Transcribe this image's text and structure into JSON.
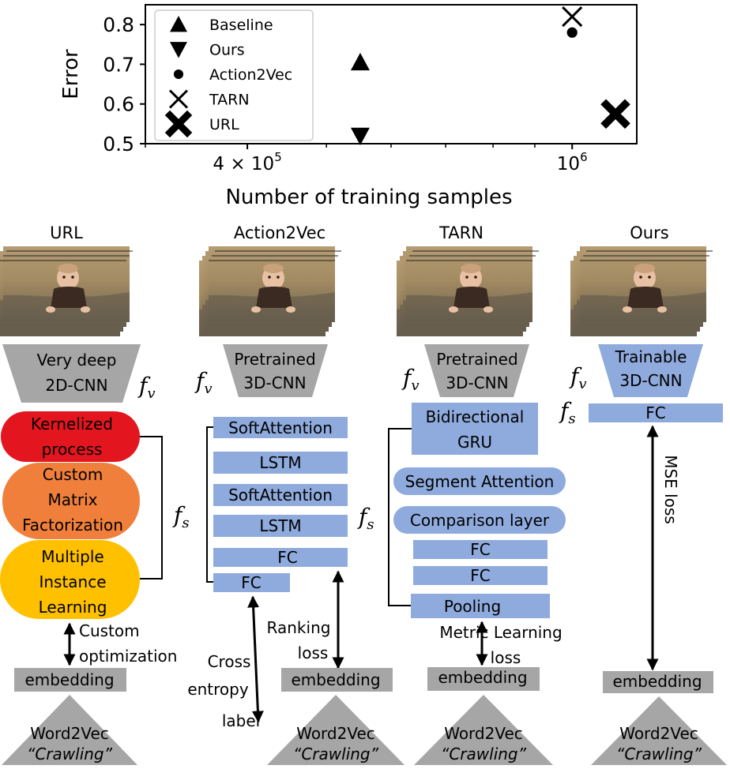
{
  "chart_data": {
    "type": "scatter",
    "title": "",
    "xlabel": "Number of training samples",
    "ylabel": "Error",
    "xscale": "log",
    "xlim": [
      300000,
      1200000
    ],
    "ylim": [
      0.5,
      0.85
    ],
    "xticks": [
      {
        "value": 400000,
        "label": "4 × 10",
        "sup": "5"
      },
      {
        "value": 1000000,
        "label": "10",
        "sup": "6"
      }
    ],
    "yticks": [
      0.5,
      0.6,
      0.7,
      0.8
    ],
    "legend_position": "top-left",
    "series": [
      {
        "name": "Baseline",
        "marker": "triangle-up",
        "points": [
          [
            550000,
            0.705
          ]
        ]
      },
      {
        "name": "Ours",
        "marker": "triangle-down",
        "points": [
          [
            550000,
            0.52
          ]
        ]
      },
      {
        "name": "Action2Vec",
        "marker": "circle",
        "points": [
          [
            1000000,
            0.78
          ]
        ]
      },
      {
        "name": "TARN",
        "marker": "x",
        "points": [
          [
            1000000,
            0.82
          ]
        ]
      },
      {
        "name": "URL",
        "marker": "X",
        "points": [
          [
            1130000,
            0.575
          ]
        ]
      }
    ]
  },
  "diagram": {
    "columns": [
      {
        "key": "url",
        "title": "URL",
        "encoder": [
          "Very deep",
          "2D-CNN"
        ],
        "blocks": [
          [
            "Kernelized",
            "process"
          ],
          [
            "Custom",
            "Matrix",
            "Factorization"
          ],
          [
            "Multiple",
            "Instance",
            "Learning"
          ]
        ],
        "loss": [
          "Custom",
          "optimization"
        ],
        "embedding": "embedding",
        "word2vec": "Word2Vec",
        "query": "“Crawling”"
      },
      {
        "key": "action2vec",
        "title": "Action2Vec",
        "encoder": [
          "Pretrained",
          "3D-CNN"
        ],
        "blocks": [
          "SoftAttention",
          "LSTM",
          "SoftAttention",
          "LSTM",
          "FC",
          "FC"
        ],
        "loss_left": [
          "Cross",
          "entropy",
          "label"
        ],
        "loss_right": [
          "Ranking",
          "loss"
        ],
        "embedding": "embedding",
        "word2vec": "Word2Vec",
        "query": "“Crawling”"
      },
      {
        "key": "tarn",
        "title": "TARN",
        "encoder": [
          "Pretrained",
          "3D-CNN"
        ],
        "blocks": [
          [
            "Bidirectional",
            "GRU"
          ],
          "Segment Attention",
          "Comparison layer",
          "FC",
          "FC",
          "Pooling"
        ],
        "loss": [
          "Metric Learning",
          "loss"
        ],
        "embedding": "embedding",
        "word2vec": "Word2Vec",
        "query": "“Crawling”"
      },
      {
        "key": "ours",
        "title": "Ours",
        "encoder": [
          "Trainable",
          "3D-CNN"
        ],
        "blocks": [
          "FC"
        ],
        "loss": [
          "MSE  loss"
        ],
        "embedding": "embedding",
        "word2vec": "Word2Vec",
        "query": "“Crawling”"
      }
    ],
    "symbols": {
      "fv": "f",
      "fv_sub": "v",
      "fs": "f",
      "fs_sub": "s"
    },
    "colors": {
      "block_blue": "#8faadc",
      "trap_gray": "#a6a6a6",
      "trap_blue": "#8faadc",
      "red": "#e3161f",
      "orange": "#f07f3b",
      "yellow": "#ffc000",
      "embed_gray": "#a6a6a6"
    }
  }
}
